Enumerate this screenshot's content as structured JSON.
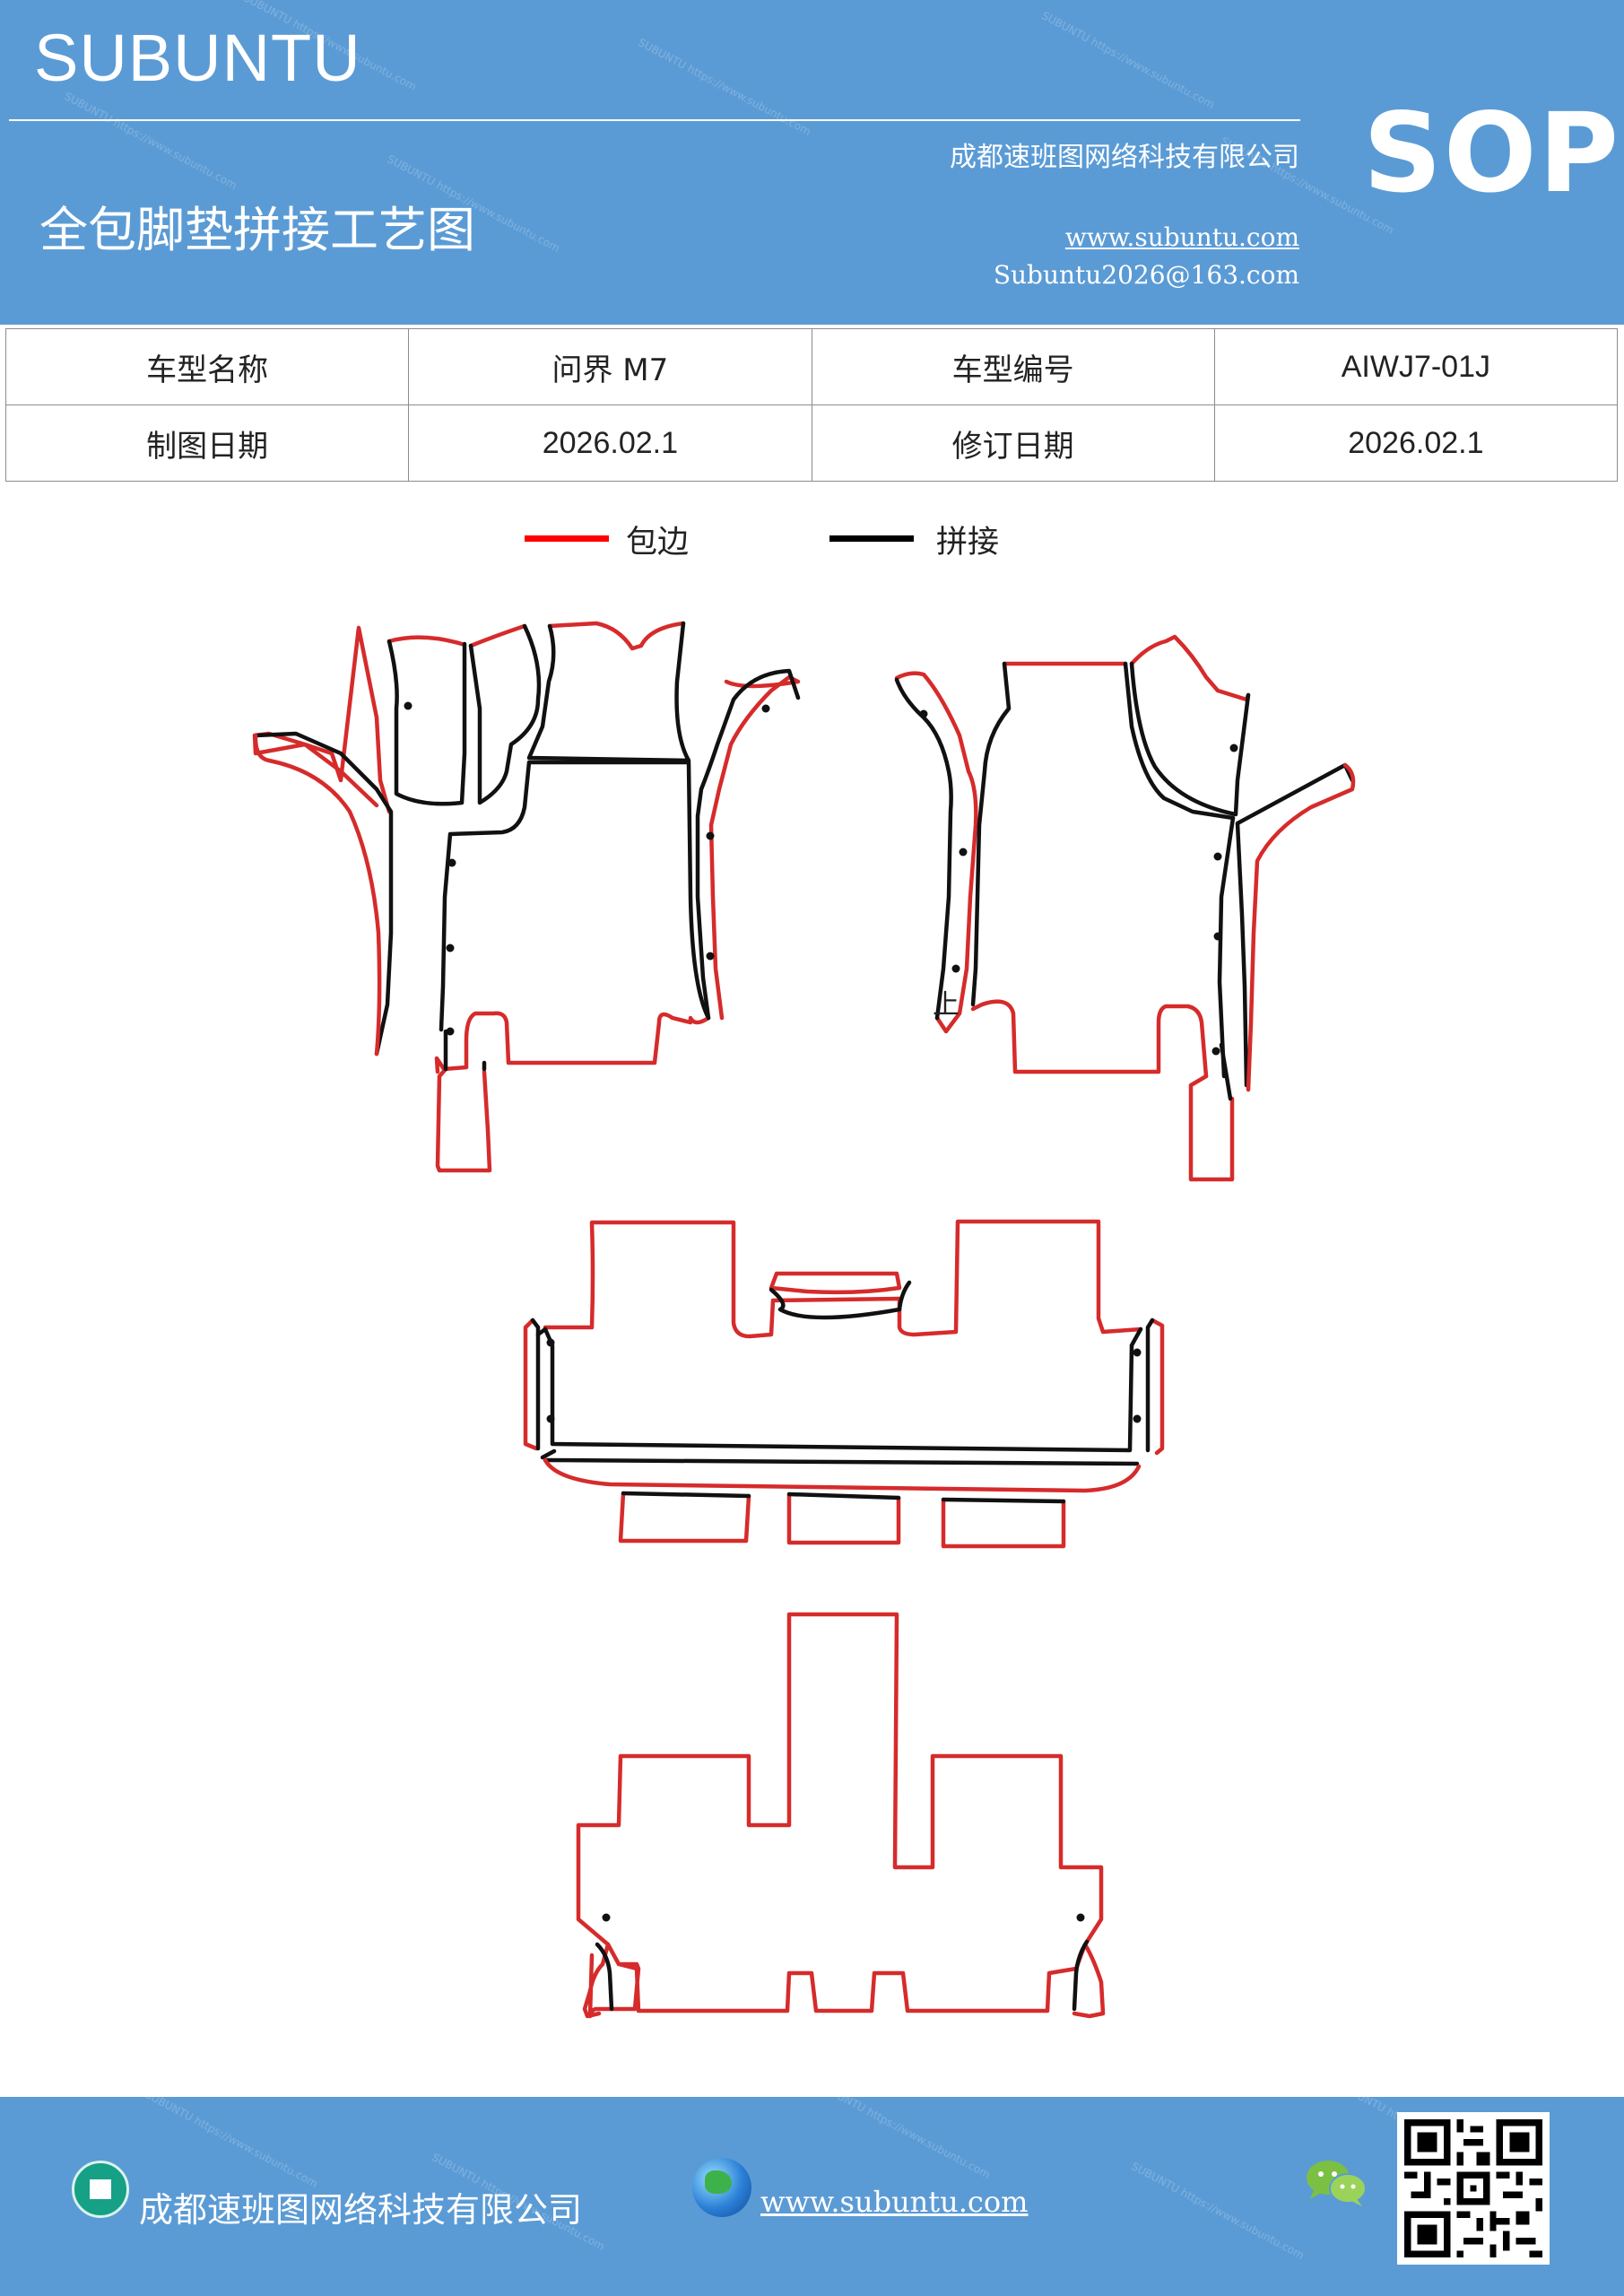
{
  "header": {
    "brand": "SUBUNTU",
    "sop": "SOP",
    "company": "成都速班图网络科技有限公司",
    "title": "全包脚垫拼接工艺图",
    "url": "www.subuntu.com",
    "email": "Subuntu2026@163.com"
  },
  "info_table": {
    "row1": {
      "label1": "车型名称",
      "value1": "问界 M7",
      "label2": "车型编号",
      "value2": "AIWJ7-01J"
    },
    "row2": {
      "label1": "制图日期",
      "value1": "2026.02.1",
      "label2": "修订日期",
      "value2": "2026.02.1"
    }
  },
  "legend": {
    "items": [
      {
        "label": "包边",
        "color": "#ff0000"
      },
      {
        "label": "拼接",
        "color": "#000000"
      }
    ]
  },
  "diagram": {
    "mark_label": "上",
    "edge_color": "#d62b2b",
    "seam_color": "#111111"
  },
  "footer": {
    "company": "成都速班图网络科技有限公司",
    "url": "www.subuntu.com",
    "icons": [
      "building-icon",
      "globe-icon",
      "wechat-icon",
      "qr-code"
    ]
  },
  "theme": {
    "primary": "#5b9bd5"
  }
}
